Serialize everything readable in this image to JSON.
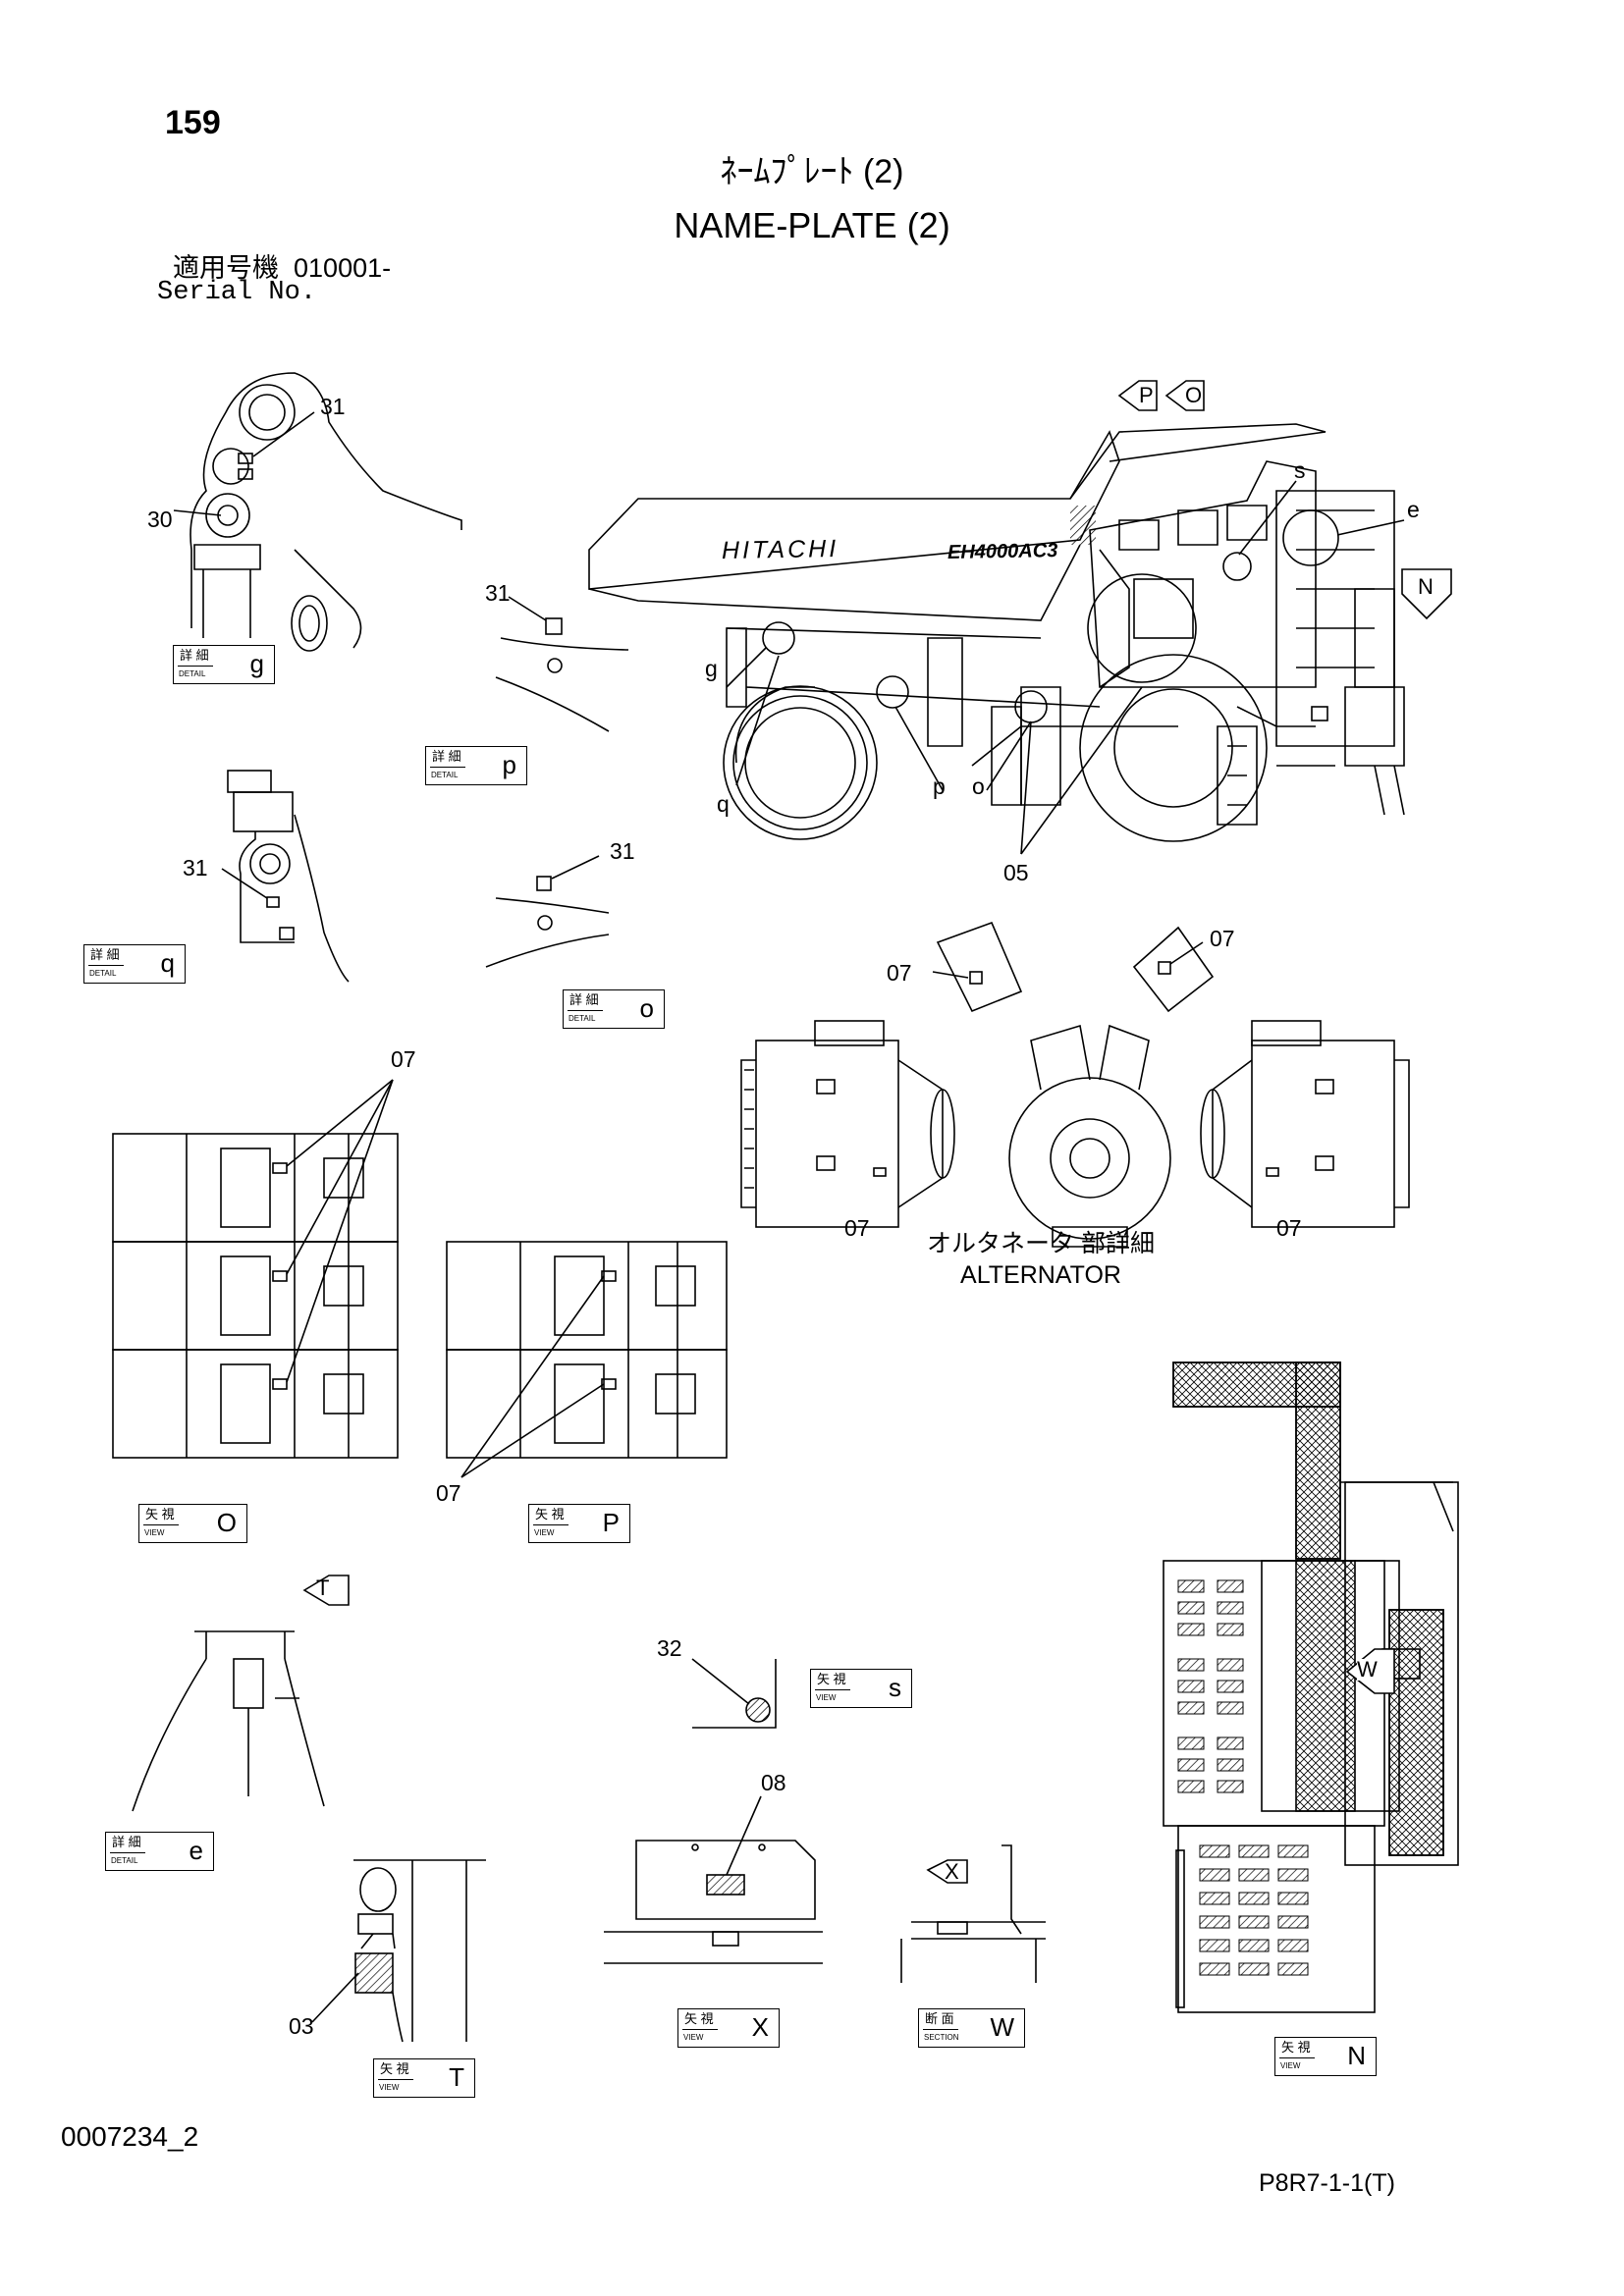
{
  "page_number": "159",
  "title_jp": "ﾈｰﾑﾌﾟﾚｰﾄ (2)",
  "title_en": "NAME-PLATE (2)",
  "serial_label_jp": "適用号機",
  "serial_value": "010001-",
  "serial_label_en": "Serial No.",
  "document_id": "0007234_2",
  "page_reference": "P8R7-1-1(T)",
  "truck_branding": {
    "brand": "HITACHI",
    "model": "EH4000AC3"
  },
  "alternator_caption_jp": "オルタネータ 部詳細",
  "alternator_caption_en": "ALTERNATOR",
  "view_labels": [
    {
      "jp": "詳 細",
      "en": "DETAIL",
      "letter": "g"
    },
    {
      "jp": "詳 細",
      "en": "DETAIL",
      "letter": "p"
    },
    {
      "jp": "詳 細",
      "en": "DETAIL",
      "letter": "q"
    },
    {
      "jp": "詳 細",
      "en": "DETAIL",
      "letter": "o"
    },
    {
      "jp": "矢 視",
      "en": "VIEW",
      "letter": "O"
    },
    {
      "jp": "矢 視",
      "en": "VIEW",
      "letter": "P"
    },
    {
      "jp": "矢 視",
      "en": "VIEW",
      "letter": "s"
    },
    {
      "jp": "詳 細",
      "en": "DETAIL",
      "letter": "e"
    },
    {
      "jp": "矢 視",
      "en": "VIEW",
      "letter": "X"
    },
    {
      "jp": "断 面",
      "en": "SECTION",
      "letter": "W"
    },
    {
      "jp": "矢 視",
      "en": "VIEW",
      "letter": "T"
    },
    {
      "jp": "矢 視",
      "en": "VIEW",
      "letter": "N"
    }
  ],
  "part_callouts": [
    "31",
    "30",
    "31",
    "31",
    "31",
    "05",
    "07",
    "07",
    "07",
    "07",
    "07",
    "07",
    "32",
    "08",
    "03"
  ],
  "detail_markers": [
    "s",
    "e",
    "g",
    "q",
    "p",
    "o"
  ],
  "view_arrows": [
    "P",
    "O",
    "N",
    "T",
    "X",
    "W"
  ]
}
